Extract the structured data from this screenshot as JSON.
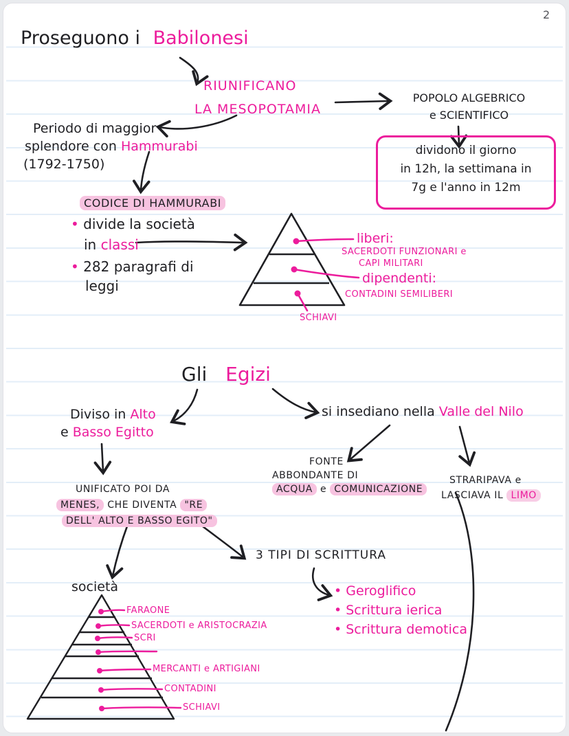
{
  "page": {
    "number": "2",
    "colors": {
      "ink": "#1f1f23",
      "pink_ink": "#ec1c9c",
      "highlight": "#f7c3e0",
      "rule_line": "#e3eef8",
      "paper": "#ffffff"
    }
  },
  "babilonesi": {
    "title_black": "Proseguono i",
    "title_pink": "Babilonesi",
    "riunificano_line1": "RIUNIFICANO",
    "riunificano_line2": "LA MESOPOTAMIA",
    "popolo_line1": "POPOLO ALGEBRICO",
    "popolo_line2": "e SCIENTIFICO",
    "calendar_box": {
      "line1": "dividono il giorno",
      "line2": "in 12h, la settimana in",
      "line3": "7g e l'anno in 12m"
    },
    "periodo": {
      "line1": "Periodo di maggior",
      "line2_black": "splendore con ",
      "line2_pink": "Hammurabi",
      "line3": "(1792-1750)"
    },
    "codice": {
      "title": "CODICE DI HAMMURABI",
      "bullet1_line1": "divide la società",
      "bullet1_line2_black": "in ",
      "bullet1_line2_pink": "classi",
      "bullet2_line1": "282 paragrafi di",
      "bullet2_line2": "leggi"
    },
    "pyramid": {
      "level1_title": "liberi:",
      "level1_sub1": "SACERDOTI FUNZIONARI e",
      "level1_sub2": "CAPI MILITARI",
      "level2_title": "dipendenti:",
      "level2_sub": "CONTADINI SEMILIBERI",
      "level3": "SCHIAVI"
    }
  },
  "egizi": {
    "title_black": "Gli",
    "title_pink": "Egizi",
    "diviso": {
      "line1_black": "Diviso in ",
      "line1_pink": "Alto",
      "line2_black": "e ",
      "line2_pink": "Basso Egitto"
    },
    "insediano": {
      "black": "si insediano nella ",
      "pink": "Valle del Nilo"
    },
    "fonte": {
      "line1": "FONTE",
      "line2": "ABBONDANTE DI",
      "line3_hl1": "ACQUA",
      "line3_mid": " e ",
      "line3_hl2": "COMUNICAZIONE"
    },
    "straripava": {
      "line1": "STRARIPAVA e",
      "line2_black": "LASCIAVA IL ",
      "line2_pink": "LIMO"
    },
    "unificato": {
      "line1": "UNIFICATO POI DA",
      "line2_hl1": "MENES,",
      "line2_black": " CHE DIVENTA ",
      "line2_hl2": "\"RE",
      "line3_hl": "DELL' ALTO E BASSO EGITO\""
    },
    "scrittura": {
      "title": "3 TIPI DI SCRITTURA",
      "items": [
        "Geroglifico",
        "Scrittura ierica",
        "Scrittura demotica"
      ]
    },
    "societa_label": "società",
    "pyramid_labels": [
      "FARAONE",
      "SACERDOTI e ARISTOCRAZIA",
      "SCRI",
      "MERCANTI e ARTIGIANI",
      "CONTADINI",
      "SCHIAVI"
    ]
  }
}
